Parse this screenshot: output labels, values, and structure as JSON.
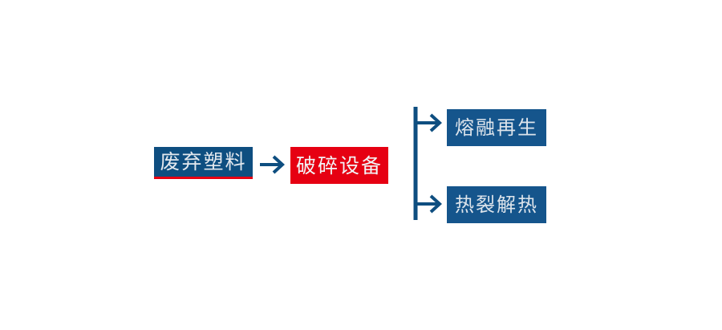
{
  "diagram": {
    "title_text": "",
    "type": "process-flow",
    "colors": {
      "navy": "#0E4E80",
      "navy_branch": "#15558C",
      "red": "#E60012",
      "text_light": "#E3E8EE",
      "connector": "#0E4E80",
      "background": "#FFFFFF"
    },
    "nodes": {
      "source": {
        "label": "废弃塑料",
        "fill": "#0E4E80",
        "accent": "#E60012"
      },
      "process": {
        "label": "破碎设备",
        "fill": "#E60012"
      },
      "branches": [
        {
          "label": "熔融再生",
          "fill": "#15558C"
        },
        {
          "label": "热裂解热",
          "fill": "#15558C"
        }
      ]
    },
    "connectors": {
      "main_arrow": "arrow-right-icon",
      "split_bracket": "split-bracket-arrows-icon"
    }
  }
}
